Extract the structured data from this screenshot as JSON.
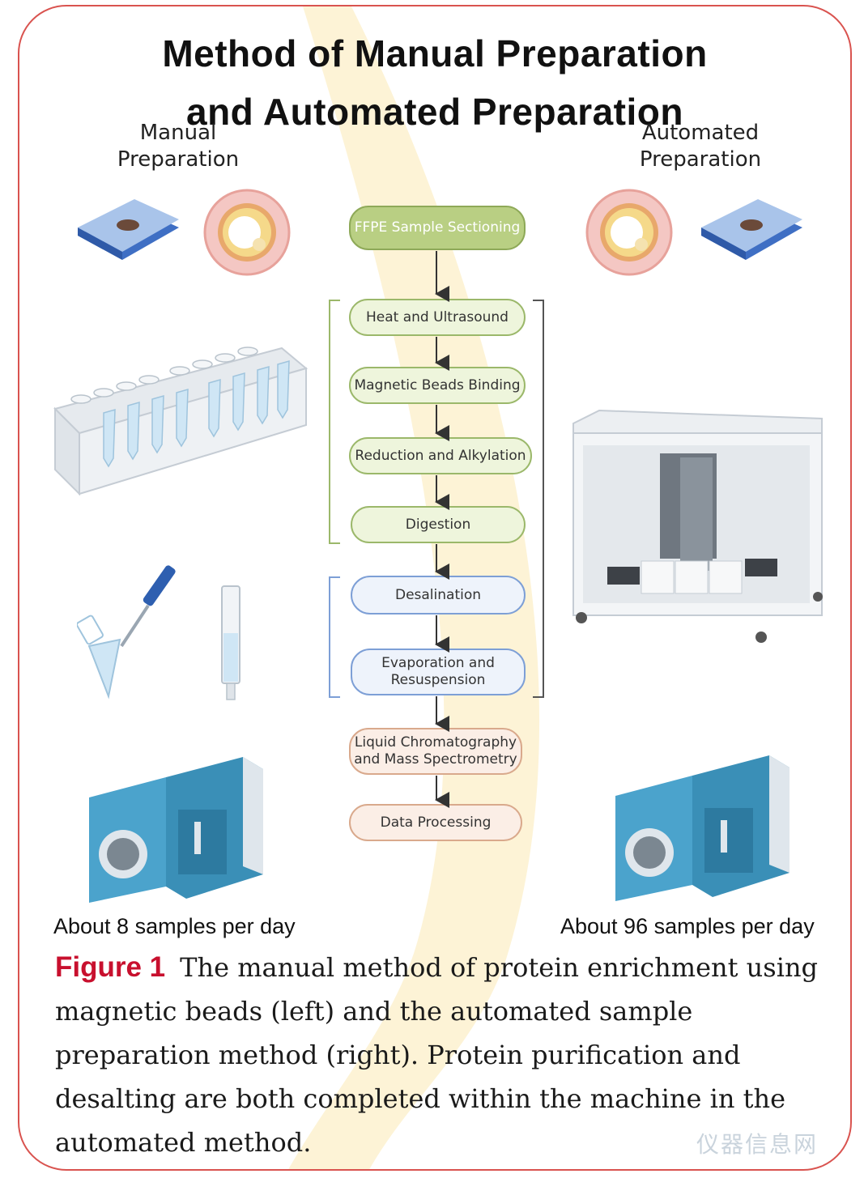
{
  "title": {
    "line1": "Method of Manual Preparation",
    "line2": "and Automated Preparation"
  },
  "manual_label": {
    "line1": "Manual",
    "line2": "Preparation"
  },
  "automated_label": {
    "line1": "Automated",
    "line2": "Preparation"
  },
  "flow_steps": [
    {
      "id": "ffpe",
      "line1": "FFPE Sample Sectioning",
      "line2": ""
    },
    {
      "id": "heat",
      "line1": "Heat and Ultrasound",
      "line2": ""
    },
    {
      "id": "beads",
      "line1": "Magnetic Beads Binding",
      "line2": ""
    },
    {
      "id": "reduction",
      "line1": "Reduction and Alkylation",
      "line2": ""
    },
    {
      "id": "digestion",
      "line1": "Digestion",
      "line2": ""
    },
    {
      "id": "desalination",
      "line1": "Desalination",
      "line2": ""
    },
    {
      "id": "evaporation",
      "line1": "Evaporation and",
      "line2": "Resuspension"
    },
    {
      "id": "lcms",
      "line1": "Liquid Chromatography",
      "line2": "and Mass Spectrometry"
    },
    {
      "id": "processing",
      "line1": "Data Processing",
      "line2": ""
    }
  ],
  "manual_throughput": "About 8 samples per day",
  "automated_throughput": "About 96 samples per day",
  "caption": {
    "label": "Figure 1",
    "text": "The manual method of protein enrichment using magnetic beads (left) and the automated sample preparation method (right). Protein purification and desalting are both completed within the machine in the automated method."
  },
  "watermark": "仪器信息网",
  "colors": {
    "frame": "#d9534f",
    "figure_label": "#c8102e",
    "green_step_fill": "#eef5dc",
    "green_step_border": "#9bb86a",
    "blue_step_fill": "#eef3fb",
    "blue_step_border": "#7d9fd6",
    "pink_step_fill": "#fbeee6",
    "pink_step_border": "#d9a98c",
    "ribbon": "#f7d36b",
    "instrument_blue": "#3a8fb7"
  },
  "icons": [
    "microscope-slide-icon",
    "tissue-section-icon",
    "tube-rack-icon",
    "pipette-icon",
    "spin-column-icon",
    "mass-spectrometer-icon",
    "automated-workstation-icon"
  ]
}
